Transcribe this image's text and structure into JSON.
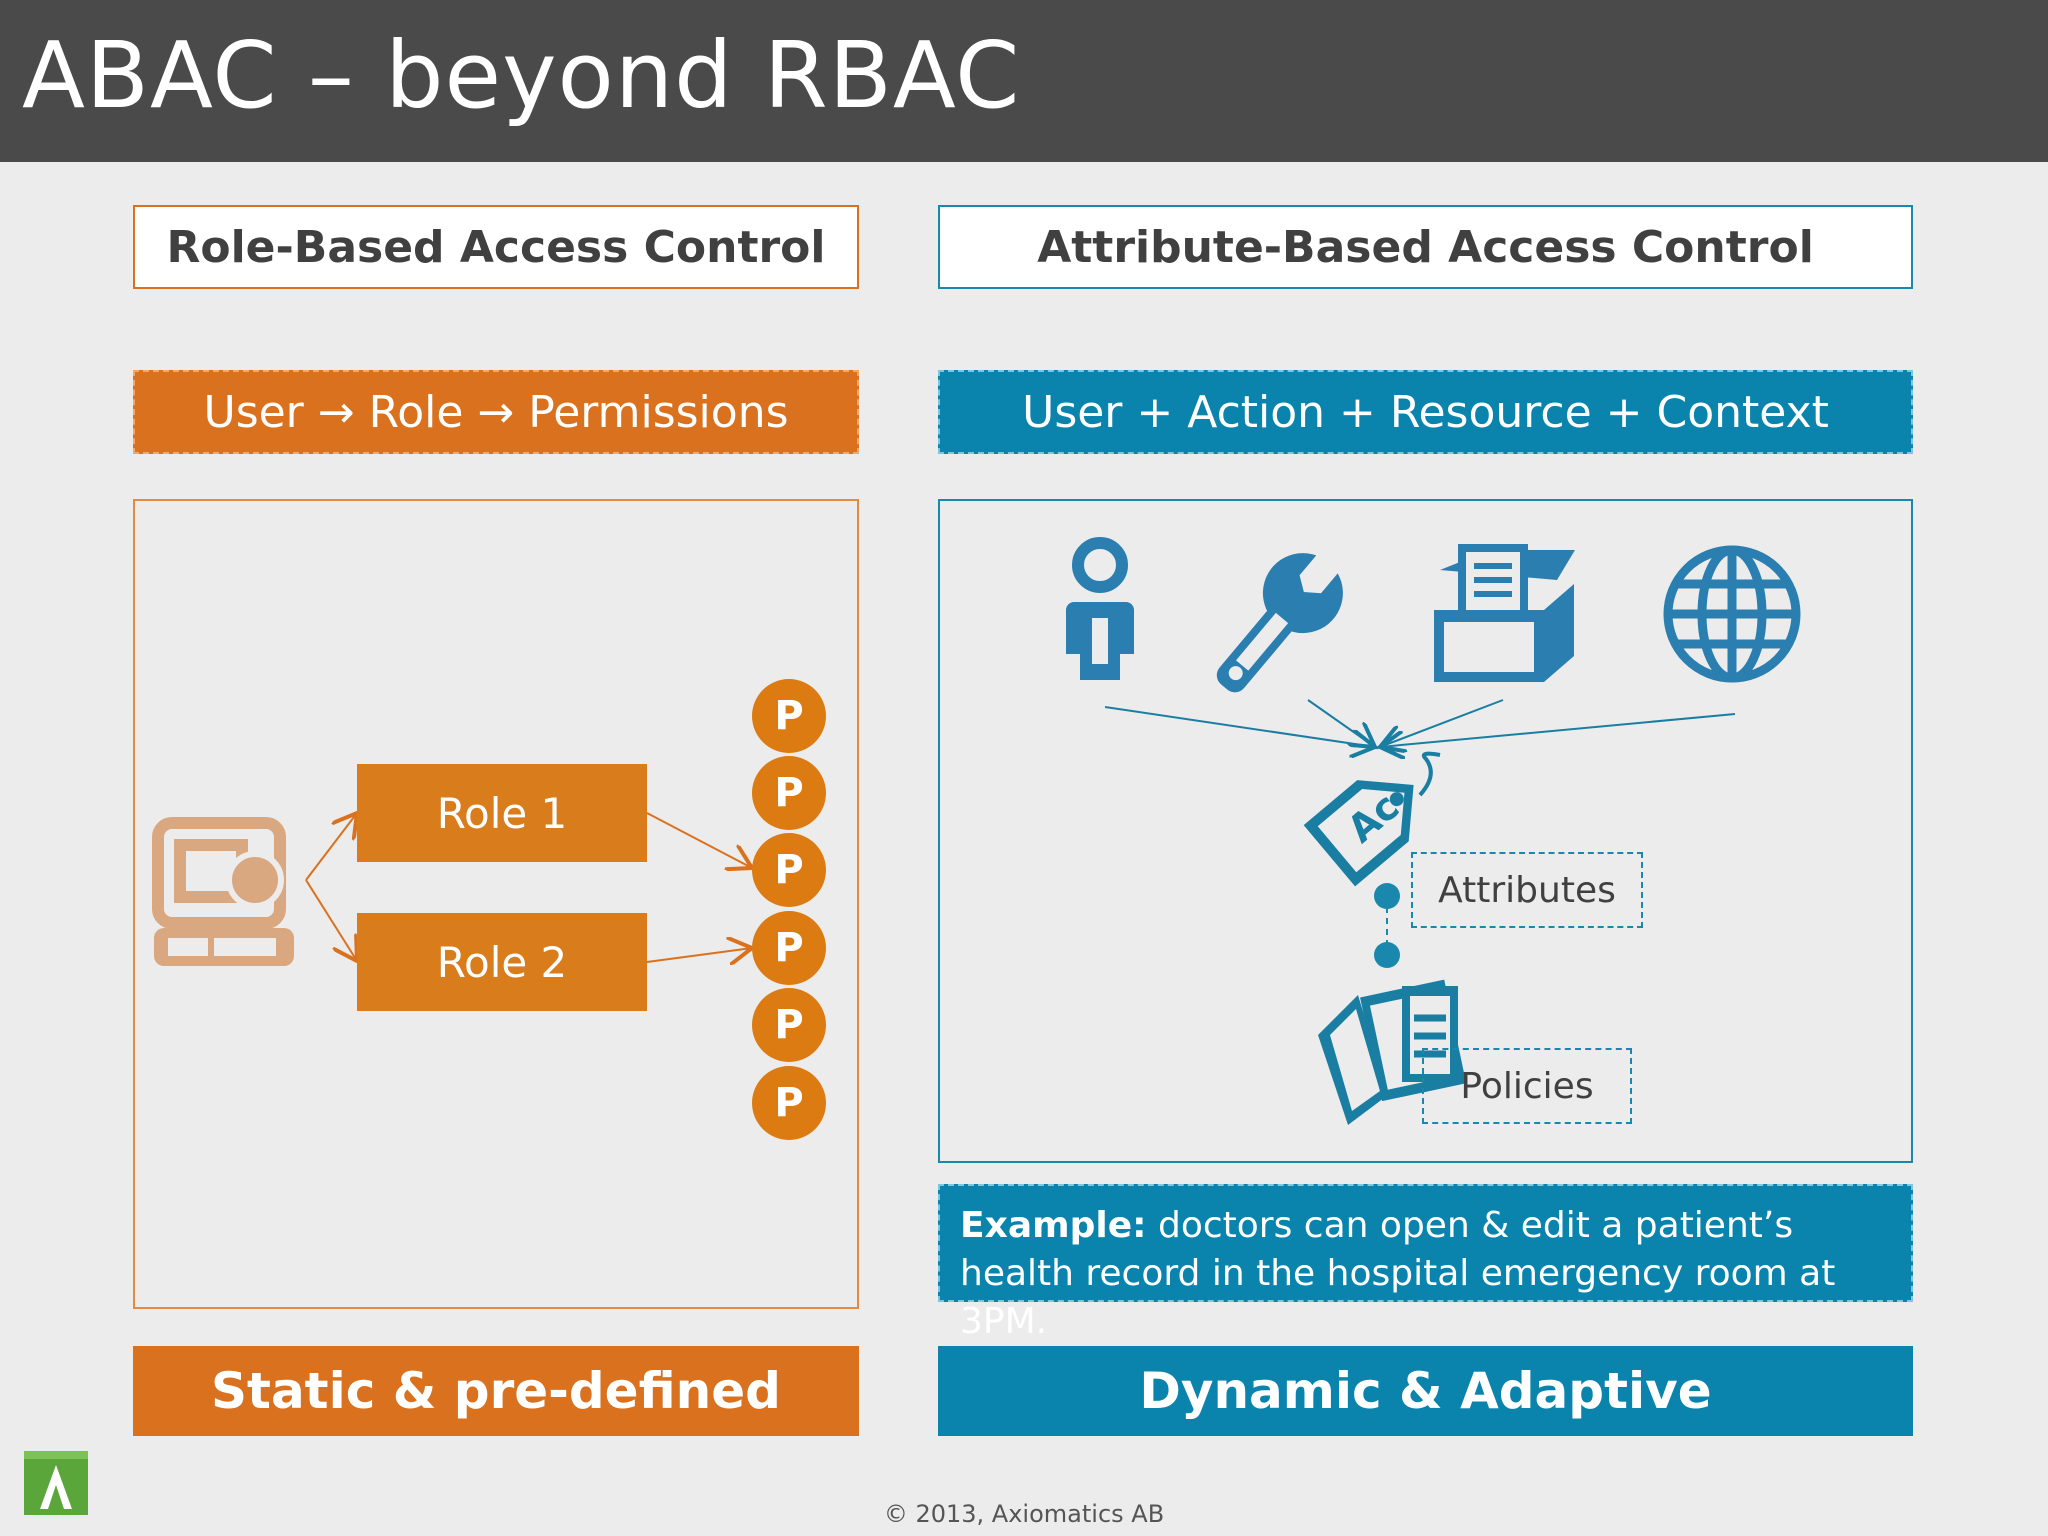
{
  "slide": {
    "title": "ABAC – beyond RBAC",
    "footer": "© 2013, Axiomatics AB"
  },
  "rbac": {
    "header": "Role-Based Access Control",
    "formula": "User → Role → Permissions",
    "roles": [
      "Role 1",
      "Role 2"
    ],
    "permissions": [
      "P",
      "P",
      "P",
      "P",
      "P",
      "P"
    ],
    "summary": "Static & pre-defined"
  },
  "abac": {
    "header": "Attribute-Based Access Control",
    "formula": "User  +  Action + Resource  + Context",
    "icons": [
      "user-icon",
      "wrench-icon",
      "resource-box-icon",
      "globe-icon"
    ],
    "attributes_label": "Attributes",
    "policies_label": "Policies",
    "example_bold": "Example:",
    "example_text": " doctors can open & edit a patient’s health record in the hospital emergency room at 3PM.",
    "summary": "Dynamic & Adaptive"
  },
  "colors": {
    "rbac_orange": "#d9711e",
    "abac_blue": "#0a84ad",
    "title_bar": "#4a4a4a",
    "background": "#ececec"
  }
}
